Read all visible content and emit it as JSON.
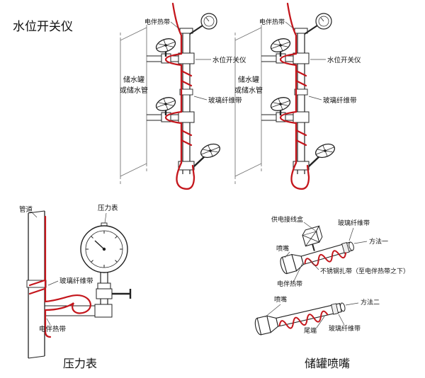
{
  "title": "水位开关仪",
  "colors": {
    "heat_trace_red": "#c4161c",
    "line_ink": "#222222",
    "background": "#ffffff"
  },
  "level_switch_left": {
    "heat_tape_label": "电伴热带",
    "switch_label": "水位开关仪",
    "tank_label_line1": "储水罐",
    "tank_label_line2": "或储水管",
    "fiber_tape_label": "玻璃纤维带"
  },
  "level_switch_right": {
    "heat_tape_label": "电伴热带",
    "switch_label": "水位开关仪",
    "tank_label_line1": "储水罐",
    "tank_label_line2": "或储水管",
    "fiber_tape_label": "玻璃纤维带"
  },
  "pressure_gauge": {
    "pipe_label": "管道",
    "gauge_label": "压力表",
    "fiber_tape_label": "玻璃纤维带",
    "heat_tape_label": "电伴热带",
    "caption": "压力表"
  },
  "tank_nozzle": {
    "junction_box_label": "供电接线盒",
    "fiber_tape_top_label": "玻璃纤维带",
    "method1_label": "方法一",
    "nozzle1_label": "喷嘴",
    "steel_tie_label": "不锈钢扎带（至电伴热带之下）",
    "heat_tape_label": "电伴热带",
    "nozzle2_label": "喷嘴",
    "method2_label": "方法二",
    "tail_label": "尾端",
    "fiber_tape_bottom_label": "玻璃纤维带",
    "caption": "储罐喷嘴"
  }
}
